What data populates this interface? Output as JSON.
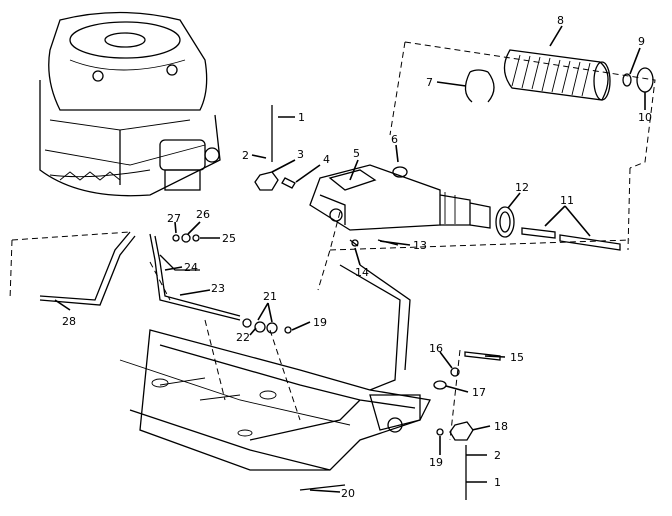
{
  "callouts": [
    "1",
    "2",
    "3",
    "4",
    "5",
    "6",
    "7",
    "8",
    "9",
    "10",
    "11",
    "12",
    "13",
    "14",
    "15",
    "16",
    "17",
    "18",
    "19",
    "20",
    "21",
    "22",
    "23",
    "24",
    "25",
    "26",
    "27",
    "28",
    "19",
    "2",
    "1"
  ]
}
